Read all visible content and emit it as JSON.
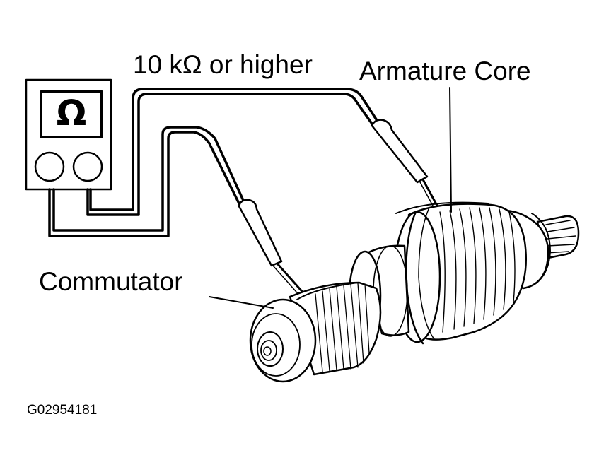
{
  "labels": {
    "resistance": "10 kΩ or higher",
    "armature_core": "Armature Core",
    "commutator": "Commutator",
    "figure_code": "G02954181"
  },
  "meter": {
    "display_symbol": "Ω",
    "icon": "ohmmeter-icon"
  },
  "colors": {
    "line": "#000000",
    "background": "#ffffff"
  }
}
